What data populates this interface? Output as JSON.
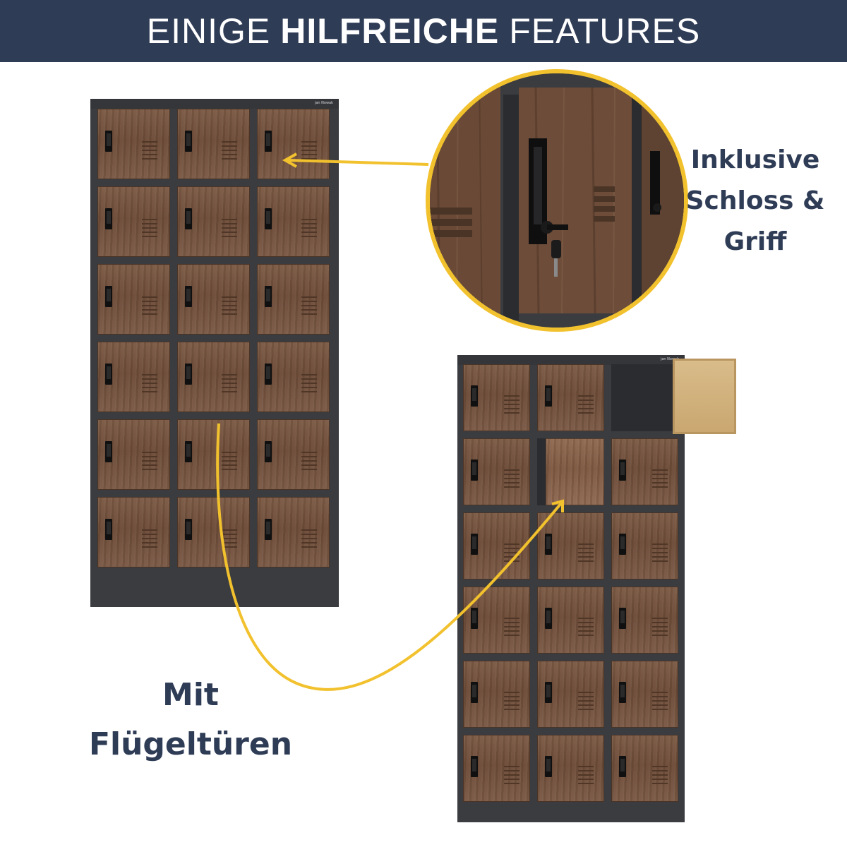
{
  "header": {
    "title_part1": "EINIGE",
    "title_bold": "HILFREICHE",
    "title_part2": "FEATURES",
    "background": "#2f3c56"
  },
  "brand_label": "jan Nowak",
  "features": {
    "lock_handle": {
      "line1": "Inklusive",
      "line2": "Schloss &",
      "line3": "Griff"
    },
    "wing_doors": {
      "line1": "Mit",
      "line2": "Flügeltüren"
    }
  },
  "colors": {
    "accent": "#f2c12e",
    "text": "#2f3c56",
    "cabinet": "#3a3c40",
    "wood": "#7b5a44"
  },
  "icons": [
    "lock-icon",
    "key-icon",
    "handle-icon"
  ]
}
